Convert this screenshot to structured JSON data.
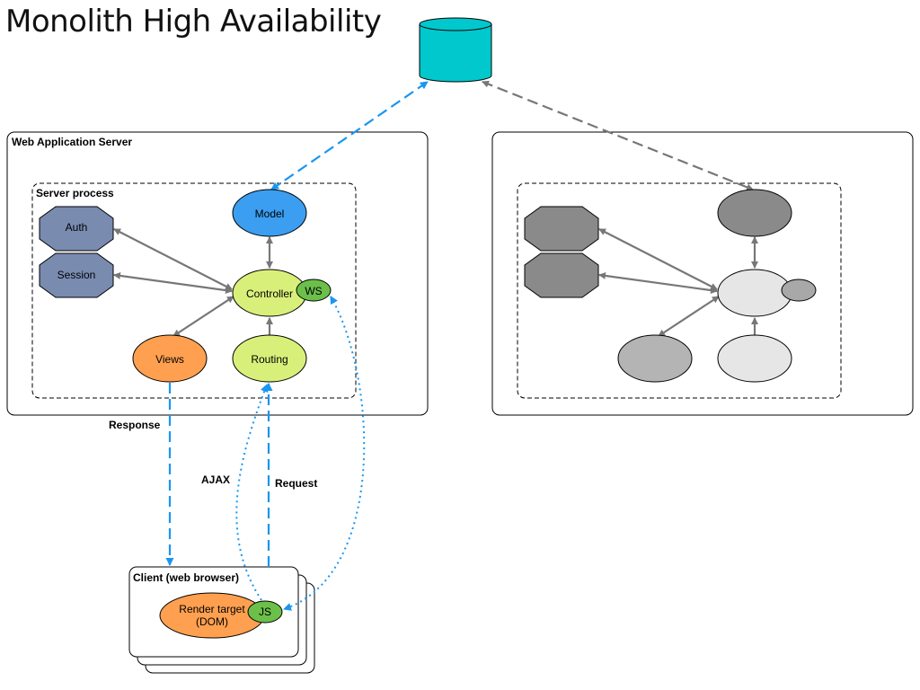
{
  "title": "Monolith High Availability",
  "labels": {
    "web_app_server": "Web Application Server",
    "server_process": "Server process",
    "auth": "Auth",
    "session": "Session",
    "model": "Model",
    "controller": "Controller",
    "ws": "WS",
    "views": "Views",
    "routing": "Routing",
    "response": "Response",
    "ajax": "AJAX",
    "request": "Request",
    "client": "Client (web browser)",
    "render_target_line1": "Render target",
    "render_target_line2": "(DOM)",
    "js": "JS"
  },
  "colors": {
    "database": "#00c8cc",
    "auth_session": "#7a8bb0",
    "model": "#3b9ef0",
    "controller_routing": "#d8f07a",
    "ws_js": "#6cc04a",
    "views_render": "#ffa050",
    "arrow_gray": "#777777",
    "arrow_blue": "#1a96f0",
    "replica_dark": "#8a8a8a",
    "replica_mid": "#b4b4b4",
    "replica_light": "#e6e6e6"
  }
}
